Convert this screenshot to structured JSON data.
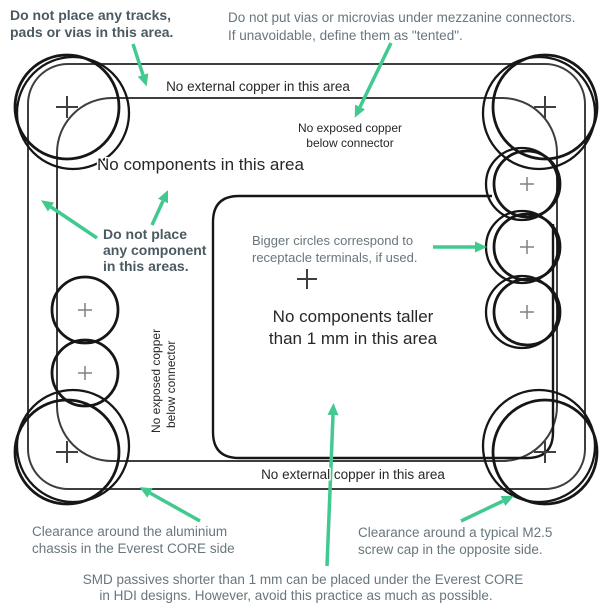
{
  "colors": {
    "arrow_green": "#41c98f",
    "annotation_grey": "#68767d",
    "annotation_bold": "#4b5a62",
    "diagram_text": "#272727",
    "outline_grey": "#3e3e3e",
    "outline_black": "#161616"
  },
  "icons": {
    "plus_mark": "+"
  },
  "labels": {
    "no_external_copper_top": "No external copper in this area",
    "no_external_copper_bottom": "No external copper in this area",
    "no_components": "No components in this area",
    "no_exposed_copper_top": {
      "lines": [
        "No exposed copper",
        "below connector"
      ]
    },
    "no_exposed_copper_vertical": {
      "lines": [
        "No exposed copper",
        "below connector"
      ]
    },
    "no_components_taller": {
      "lines": [
        "No components taller",
        "than 1 mm in this area"
      ]
    }
  },
  "annotations": {
    "tracks_pads_vias": {
      "lines": [
        "Do not place any tracks,",
        "pads or vias in this area."
      ]
    },
    "vias_microvias": {
      "lines": [
        "Do not put vias or microvias under mezzanine connectors.",
        "If unavoidable, define them as \"tented\"."
      ]
    },
    "component_area": {
      "lines": [
        "Do not place",
        "any component",
        "in this areas."
      ]
    },
    "bigger_circles": {
      "lines": [
        "Bigger circles correspond to",
        "receptacle terminals, if used."
      ]
    },
    "chassis_clearance": {
      "lines": [
        "Clearance around the aluminium",
        "chassis in the Everest CORE side"
      ]
    },
    "screw_clearance": {
      "lines": [
        "Clearance around a typical M2.5",
        "screw cap in the opposite side."
      ]
    },
    "smd_note": {
      "lines": [
        "SMD passives shorter than 1 mm can be placed under the Everest CORE",
        "in HDI designs. However, avoid this practice as much as possible."
      ]
    }
  }
}
